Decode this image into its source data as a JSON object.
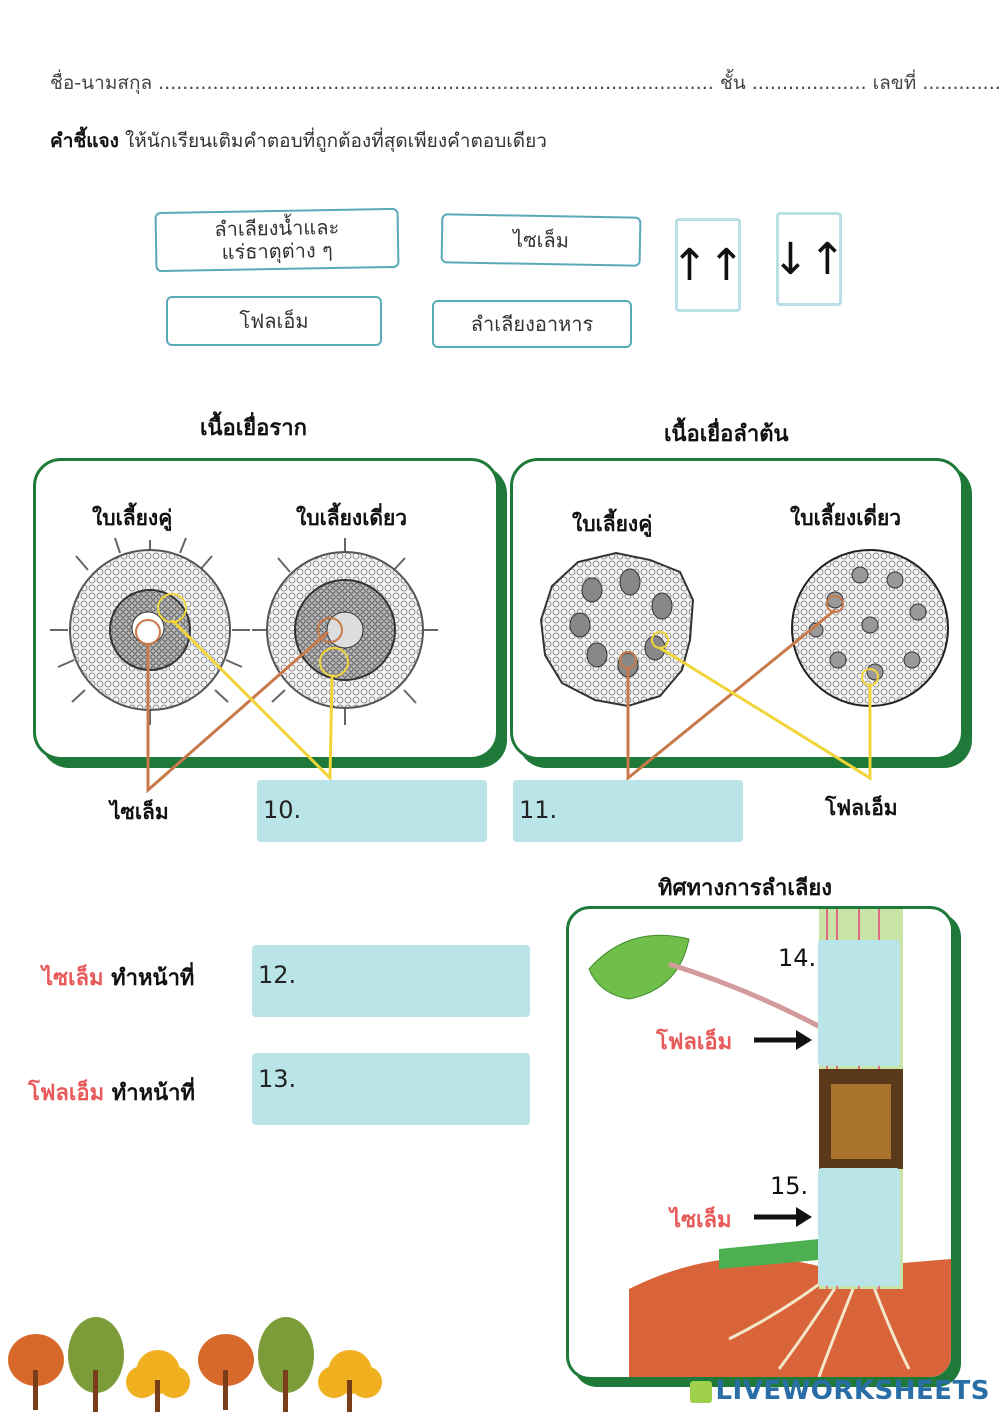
{
  "header": {
    "name_label": "ชื่อ-นามสกุล",
    "name_dots": "............................................................................................",
    "class_label": "ชั้น",
    "class_dots": "...................",
    "number_label": "เลขที่",
    "number_dots": ".................."
  },
  "instructions": {
    "bold": "คำชี้แจง",
    "text": "ให้นักเรียนเติมคำตอบที่ถูกต้องที่สุดเพียงคำตอบเดียว"
  },
  "word_bank": {
    "card1_line1": "ลำเลียงน้ำและ",
    "card1_line2": "แร่ธาตุต่าง ๆ",
    "card2": "ไซเล็ม",
    "card3": "โฟลเอ็ม",
    "card4": "ลำเลียงอาหาร",
    "arrow1": "↑↑",
    "arrow2": "↓↑"
  },
  "root_section": {
    "title": "เนื้อเยื่อราก",
    "dicot": "ใบเลี้ยงคู่",
    "monocot": "ใบเลี้ยงเดี่ยว"
  },
  "stem_section": {
    "title": "เนื้อเยื่อลำต้น",
    "dicot": "ใบเลี้ยงคู่",
    "monocot": "ใบเลี้ยงเดี่ยว"
  },
  "labels": {
    "xylem": "ไซเล็ม",
    "phloem": "โฟลเอ็ม"
  },
  "answers": {
    "q10": "10.",
    "q11": "11.",
    "q12": "12.",
    "q13": "13.",
    "q14": "14.",
    "q15": "15."
  },
  "functions": {
    "xylem_name": "ไซเล็ม",
    "phloem_name": "โฟลเอ็ม",
    "does": "ทำหน้าที่"
  },
  "transport": {
    "title": "ทิศทางการลำเลียง",
    "phloem_label": "โฟลเอ็ม",
    "xylem_label": "ไซเล็ม"
  },
  "footer": {
    "watermark": "LIVEWORKSHEETS"
  },
  "colors": {
    "panel_green": "#1f7a3a",
    "answer_box": "#b9e4e8",
    "xylem_line": "#c8794a",
    "phloem_line": "#f1d43a",
    "function_red": "#e85a5a"
  }
}
